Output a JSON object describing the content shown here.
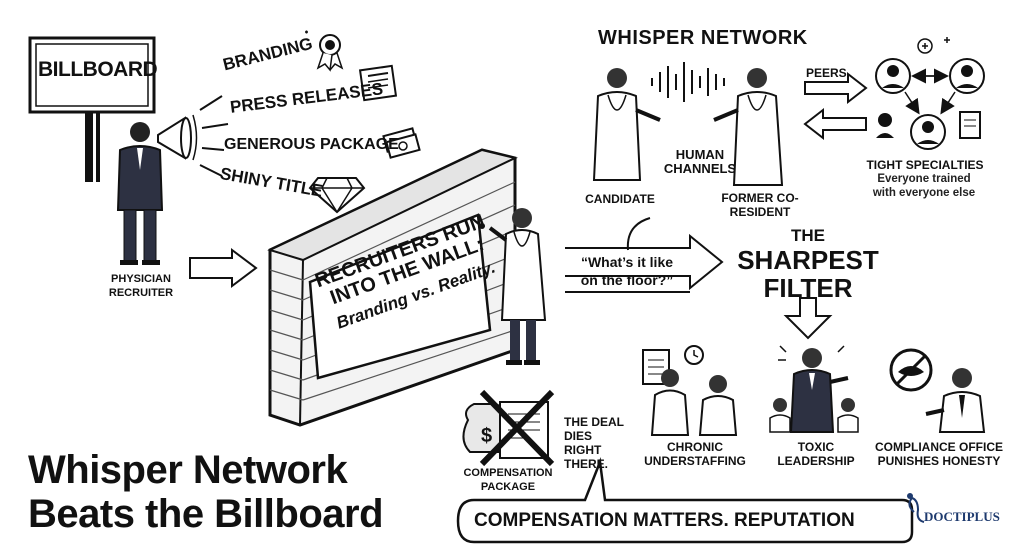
{
  "billboard": {
    "sign": "BILLBOARD"
  },
  "recruiter": {
    "label": "PHYSICIAN RECRUITER"
  },
  "pitch": [
    "BRANDING",
    "PRESS RELEASES",
    "GENEROUS PACKAGE",
    "SHINY TITLE"
  ],
  "wall": {
    "line1": "RECRUITERS RUN",
    "line2": "INTO THE WALL:",
    "line3": "Branding vs. Reality."
  },
  "quote": "“What’s it like on the floor?”",
  "whisper": {
    "title": "WHISPER NETWORK",
    "candidate": "CANDIDATE",
    "channels": "HUMAN CHANNELS",
    "former": "FORMER CO-RESIDENT",
    "peers": "PEERS",
    "specialties_head": "TIGHT SPECIALTIES",
    "specialties_sub": "Everyone trained with everyone else"
  },
  "filter": {
    "line1": "THE",
    "line2": "SHARPEST",
    "line3": "FILTER"
  },
  "problems": [
    "CHRONIC UNDERSTAFFING",
    "TOXIC LEADERSHIP",
    "COMPLIANCE OFFICE PUNISHES HONESTY"
  ],
  "compensation": {
    "label": "COMPENSATION PACKAGE",
    "deal": "THE DEAL DIES RIGHT THERE."
  },
  "footer": {
    "banner": "COMPENSATION MATTERS. REPUTATION",
    "logo": "DOCTIPLUS"
  },
  "headline": {
    "line1": "Whisper Network",
    "line2": "Beats the Billboard"
  }
}
